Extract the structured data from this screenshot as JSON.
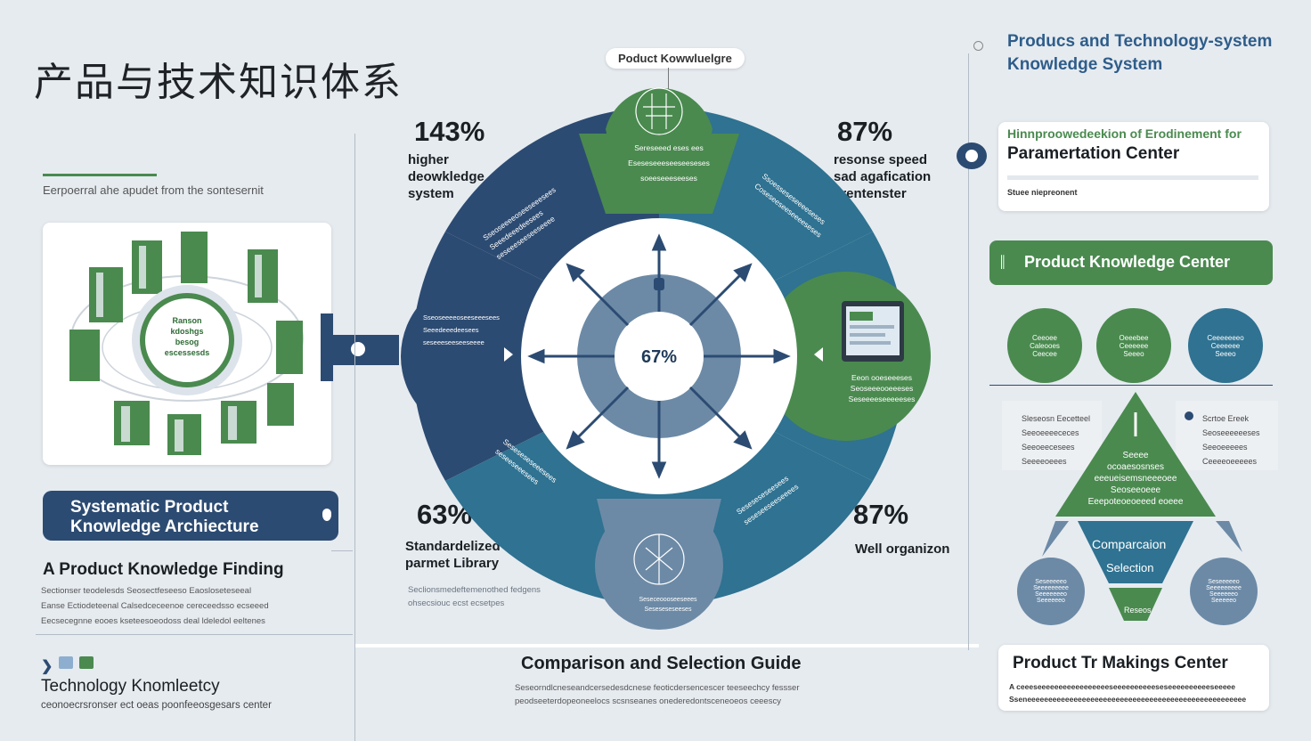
{
  "title_cn": "产品与技术知识体系",
  "top_tag": "Poduct Kowwluelgre",
  "stats": {
    "tl_value": "143%",
    "tl_label": "higher\ndeowkledge\nsystem",
    "tr_value": "87%",
    "tr_label": "resonse speed\nsad agafication\narentenster",
    "bl_value": "63%",
    "bl_label": "Standardelized\nparmet Library",
    "bl_caption": "Seclionsmedeftemenothed fedgens\nohsecsiouc ecst ecsetpes",
    "br_value": "87%",
    "br_label": "Well organizon",
    "center_value": "67%"
  },
  "left": {
    "caption": "Eerpoerral ahe apudet from the sontesernit",
    "hub_text": "Ranson\nkdoshgs\nbesog\nescessesds",
    "architecture_btn": "Systematic Product\nKnowledge Archiecture",
    "finding_title": "A Product Knowledge Finding",
    "finding_body": "Sectionser teodelesds Seosectfeseeso Eaosloseteseeal\nEanse Ectiodeteenal Calsedceceenoe cereceedsso ecseeed\nEecsecegnne eooes kseteesoeodoss deal ldeledol eeltenes",
    "tech_title": "Technology Knomleetcy",
    "tech_caption": "ceonoecrsronser ect oeas poonfeeosgesars center"
  },
  "center": {
    "guide_title": "Comparison and Selection Guide",
    "guide_body": "Seseorndlcneseandcersedesdcnese feoticdersencescer teeseechcy fessser\npeodseeterdopeoneelocs scsnseanes onederedontsceneoeos ceeescy"
  },
  "ring_texts": {
    "top": "Sereseeed eses ees\nEseseseeeseeseeseses\nsoeeseeeseeses",
    "left": "Sseoseeeeoseeseeesees\nSeeedeeedeesees\nseseeeseeseeseeee",
    "right_top": "Ssoesseseseeeeseses\nCoseseeseeseeeeseses",
    "bottom": "Seseceoooseeseees\nSeseseseseeses",
    "right_tablet": "Eeon ooeseeeses\nSeoseeeooeeeses\nSeseeeeseeeeeses",
    "lower_left": "Seseseseseeesees\nseseeseeesees",
    "lower_right": "Seseseseseesees\nseseseeseeseeees"
  },
  "right": {
    "system_title": "Producs and Technology-system\nKnowledge System",
    "card1_small": "Hinnproowedeekion of Erodinement for",
    "card1_title": "Paramertation Center",
    "card1_caption": "Stuee niepreonent",
    "knowledge_center_btn": "Product Knowledge Center",
    "circle_texts": [
      "Ceeoee\nCaleooes\nCeecee",
      "Oeeebee\nCeeeeee\nSeeeo",
      "Ceeeeeeeo\nCeeeeee\nSeeeo"
    ],
    "side_list_left": [
      "Sleseosn Eecetteel",
      "Seeoeeeececes",
      "Seeoeecesees",
      "Seeeeoeees"
    ],
    "side_list_right": [
      "Scrtoe Ereek",
      "Seoseeeeeeses",
      "Seeoeeeees",
      "Ceeeeoeeeees"
    ],
    "triangle_top": "Seeee\nocoaesosnses\neeeueisemsneeeoee\nSeoseeoeee\nEeepoteoeoeeed eoeee",
    "triangle_mid1": "Comparcaion",
    "triangle_mid2": "Selection",
    "triangle_bottom": "Reseos",
    "bottom_circles": [
      "Seseeeeeo\nSeeeeeeeee\nSeeeeeeeo\nSeeeeeeo",
      "Seseeeeeo\nSeeeeeeeee\nSeeeeeeo\nSeeeeeo"
    ],
    "card2_title": "Product Tr Makings Center",
    "card2_body": "A ceeeseeeeeeeeeeeeeeeeeseeeeeeeeeeseseeeeeeeeeeseeeee\nSseneeeeeeeeeeeeeeeeeeeeeeeeeeeeeeeeeeeeeeeeeeeeeeeeeeee"
  },
  "colors": {
    "navy": "#2c4b72",
    "green": "#4a8a4f",
    "teal": "#2f7291",
    "slate": "#6c8aa6"
  }
}
